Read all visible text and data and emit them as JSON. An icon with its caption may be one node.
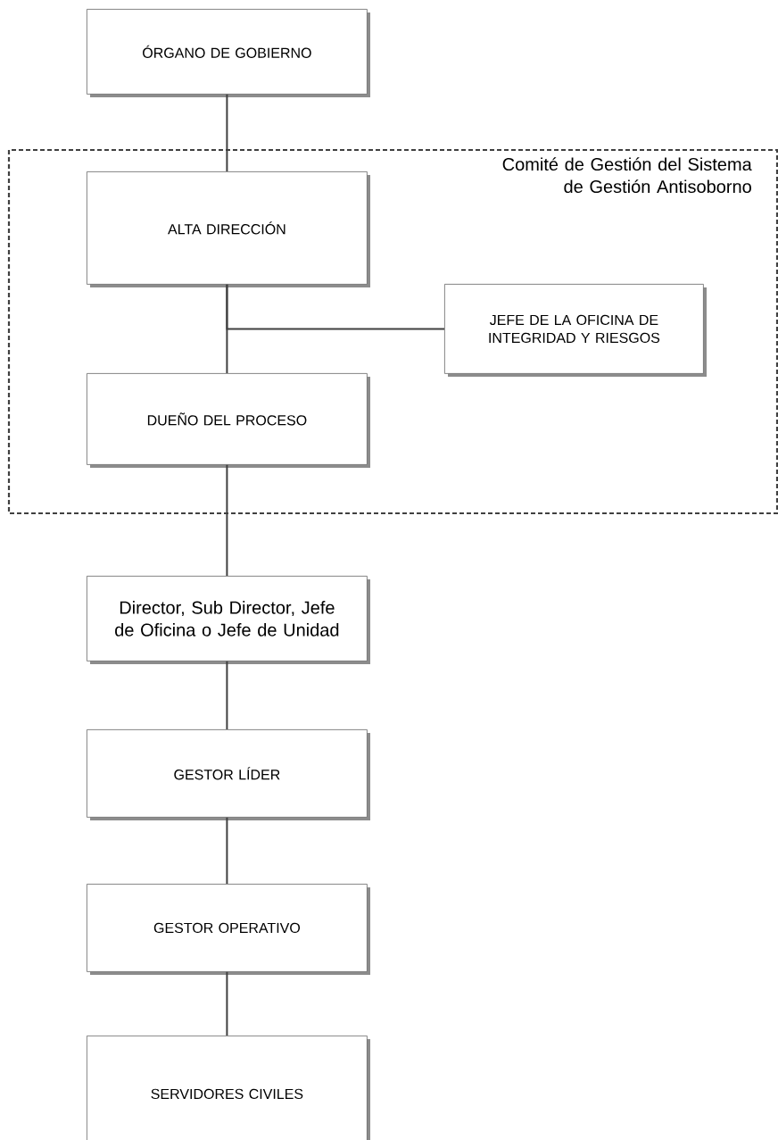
{
  "diagram": {
    "nodes": [
      {
        "text": [
          "ÓRGANO DE GOBIERNO"
        ]
      },
      {
        "text": [
          "Comité de Gestión del Sistema de Gestión Antisoborno"
        ]
      },
      {
        "text": [
          "ALTA DIRECCIÓN"
        ],
        "in": 1
      },
      {
        "text": [
          "JEFE DE LA OFICINA DE INTEGRIDAD Y RIESGOS"
        ],
        "in": 1
      },
      {
        "text": [
          "DUEÑO DEL PROCESO"
        ],
        "in": 1
      },
      {
        "text": [
          "Director, Sub Director, Jefe de Oficina o Jefe de Unidad"
        ]
      },
      {
        "text": [
          "GESTOR LÍDER"
        ]
      },
      {
        "text": [
          "GESTOR OPERATIVO"
        ]
      },
      {
        "text": [
          "SERVIDORES CIVILES"
        ]
      }
    ],
    "edges": [
      {
        "from": 0,
        "to": 2,
        "arrow": "none"
      },
      {
        "from": 2,
        "to": 3,
        "arrow": "none"
      },
      {
        "from": 2,
        "to": 4,
        "arrow": "none"
      },
      {
        "from": 4,
        "to": 5,
        "arrow": "none"
      },
      {
        "from": 5,
        "to": 6,
        "arrow": "none"
      },
      {
        "from": 6,
        "to": 7,
        "arrow": "none"
      },
      {
        "from": 7,
        "to": 8,
        "arrow": "none"
      }
    ]
  }
}
